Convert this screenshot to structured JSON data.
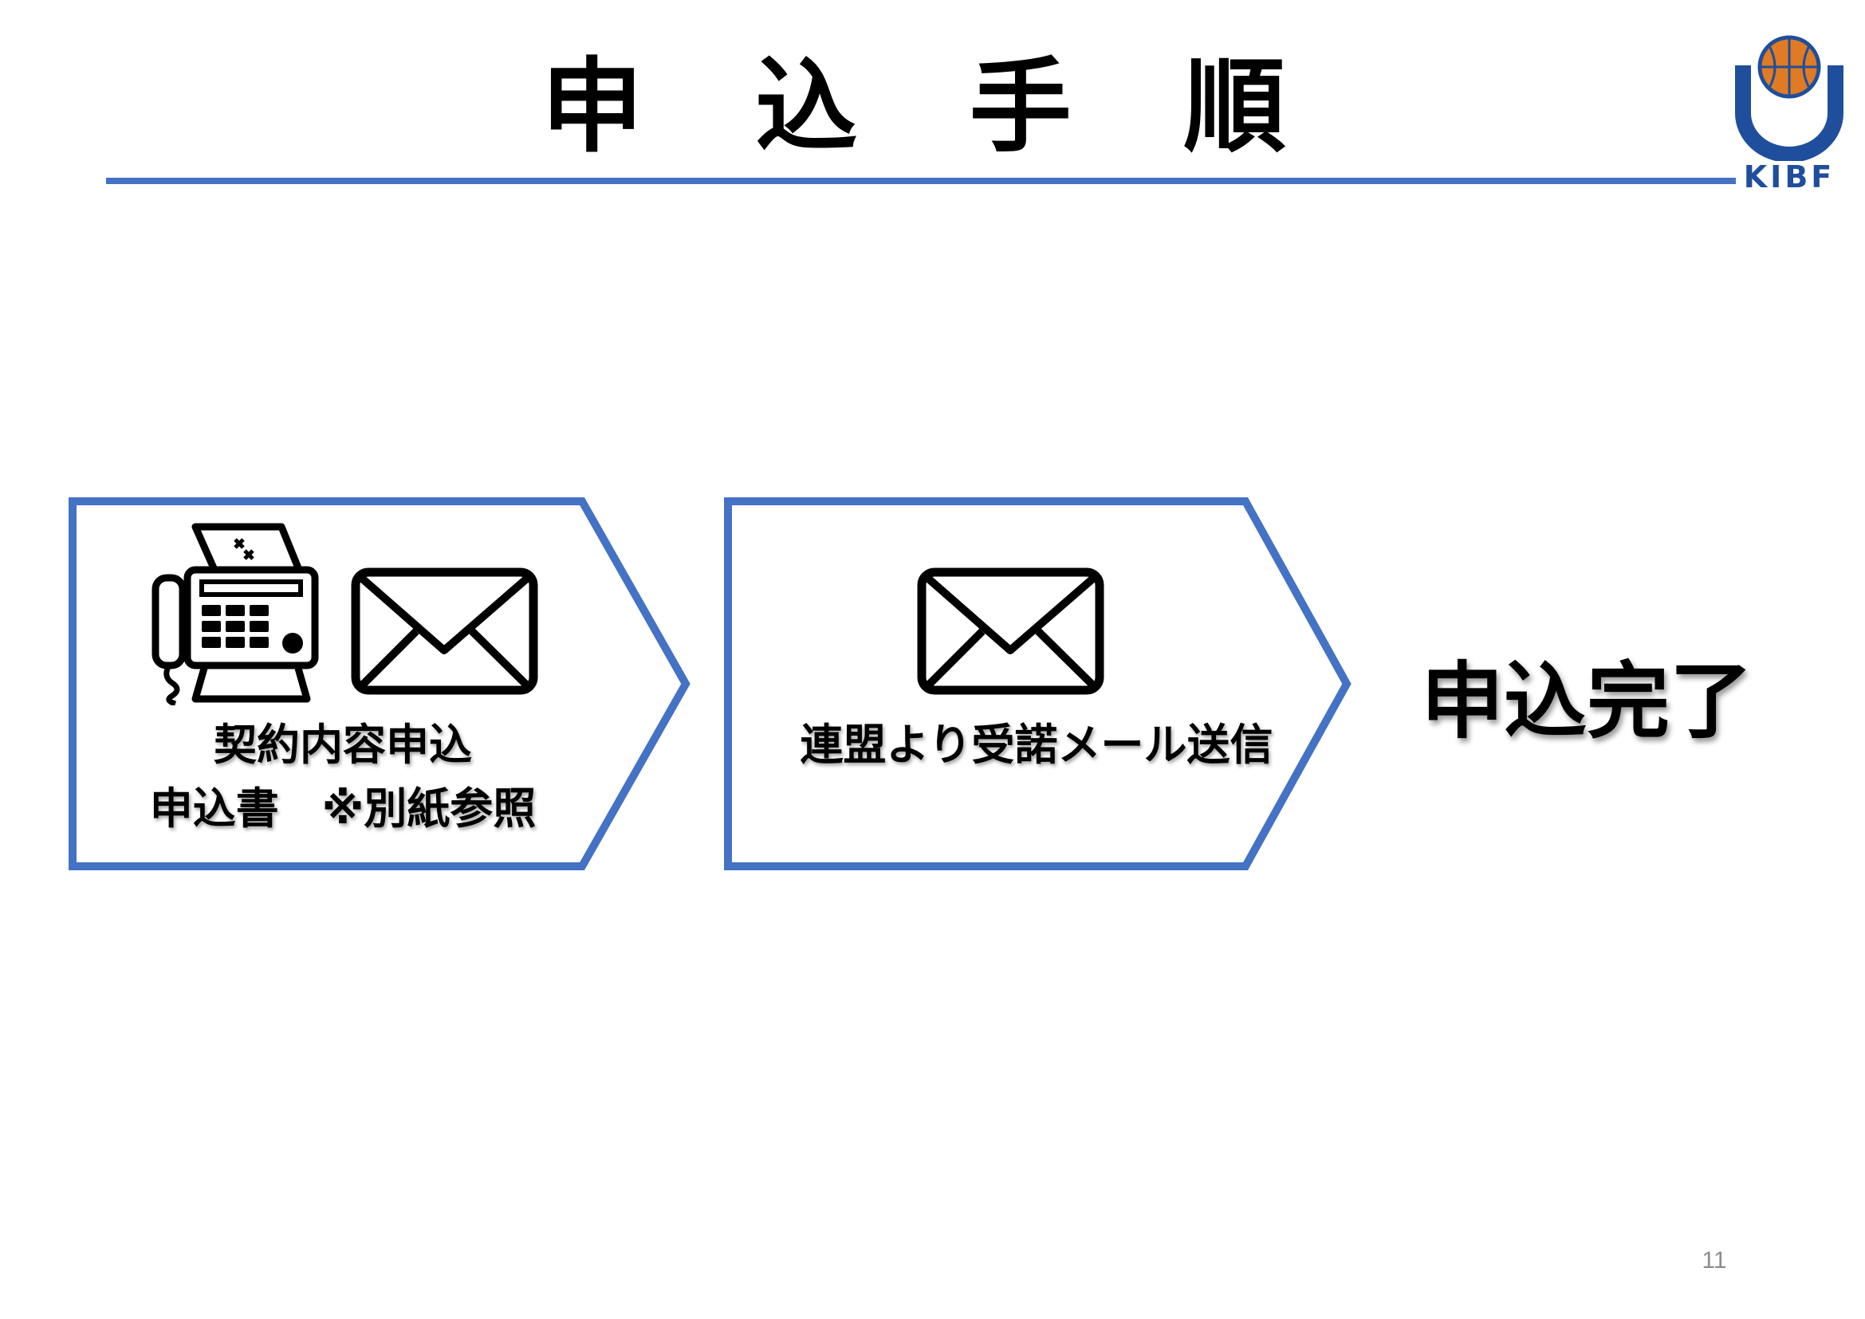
{
  "slide": {
    "title": "申 込 手 順",
    "page_number": "11"
  },
  "logo": {
    "text": "KIBF",
    "icon": "basketball-hoop-logo-icon"
  },
  "steps": [
    {
      "line1": "契約内容申込",
      "line2": "申込書　※別紙参照",
      "icons": [
        "fax-machine-icon",
        "envelope-icon"
      ]
    },
    {
      "line1": "連盟より受諾メール送信",
      "icons": [
        "envelope-icon"
      ]
    }
  ],
  "final": {
    "label": "申込完了"
  },
  "colors": {
    "accent": "#4472c4",
    "logo_blue": "#1f4e9c",
    "ball_orange": "#e07b24"
  }
}
